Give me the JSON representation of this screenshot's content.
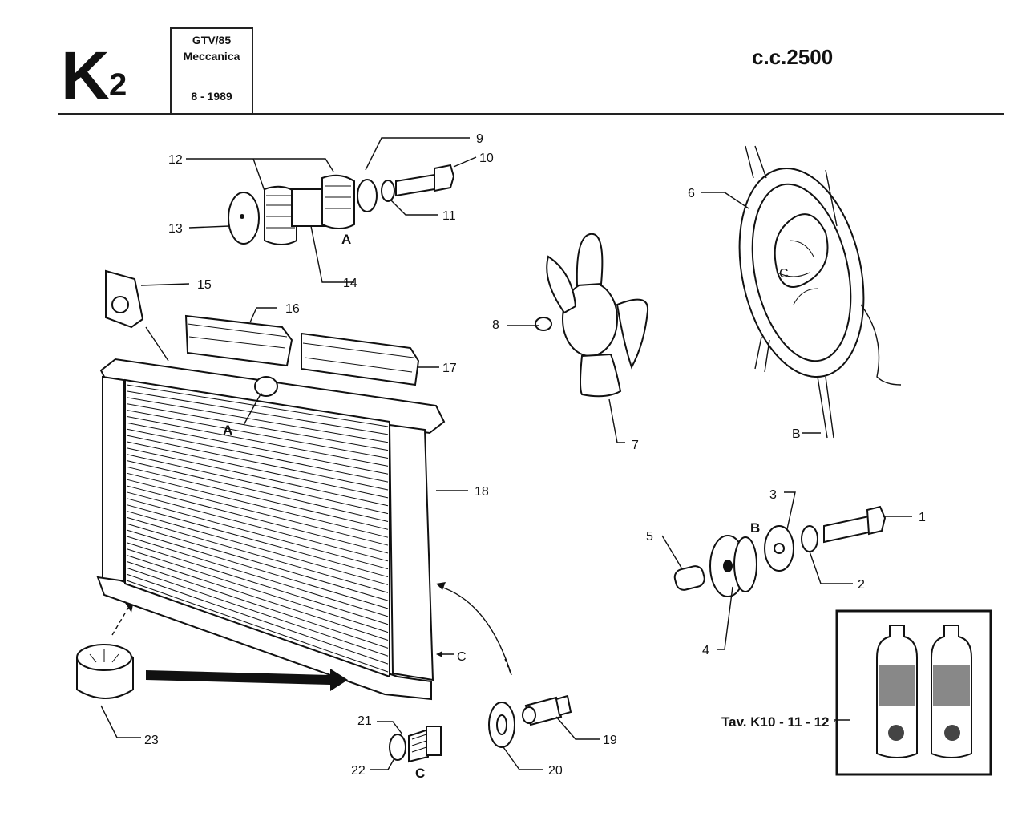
{
  "header": {
    "sheet_letter": "K",
    "sheet_number": "2",
    "model": "GTV/85",
    "section": "Meccanica",
    "date": "8 - 1989",
    "engine": "c.c.2500"
  },
  "callouts": [
    "1",
    "2",
    "3",
    "4",
    "5",
    "6",
    "7",
    "8",
    "9",
    "10",
    "11",
    "12",
    "13",
    "14",
    "15",
    "16",
    "17",
    "18",
    "19",
    "20",
    "21",
    "22",
    "23"
  ],
  "detail_letters": {
    "a_top": "A",
    "a_radiator": "A",
    "b_fan": "B",
    "b_mount": "B",
    "c_side": "C",
    "c_plug": "C",
    "c_fan_hub": "C"
  },
  "reference": "Tav. K10 - 11 - 12"
}
